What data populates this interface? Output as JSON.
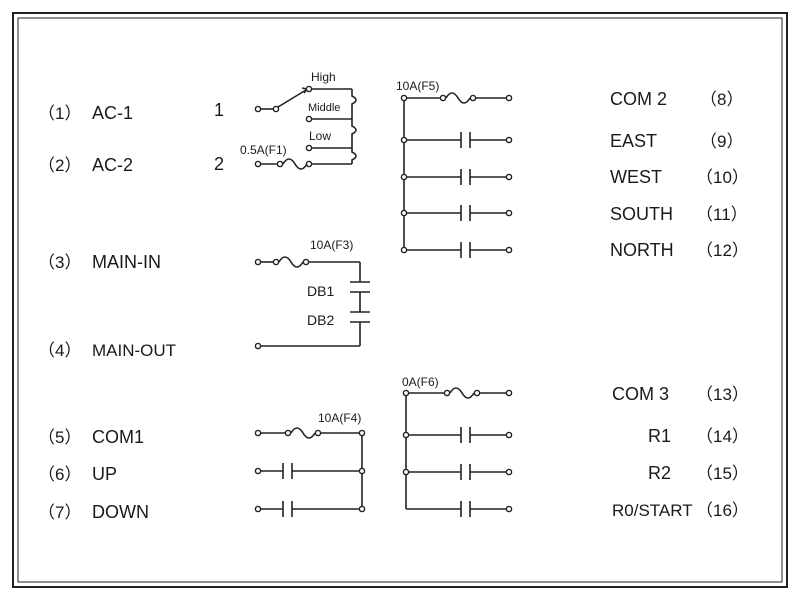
{
  "left_terminals": [
    {
      "num": "（1）",
      "name": "AC-1"
    },
    {
      "num": "（2）",
      "name": "AC-2"
    },
    {
      "num": "（3）",
      "name": "MAIN-IN"
    },
    {
      "num": "（4）",
      "name": "MAIN-OUT"
    },
    {
      "num": "（5）",
      "name": "COM1"
    },
    {
      "num": "（6）",
      "name": "UP"
    },
    {
      "num": "（7）",
      "name": "DOWN"
    }
  ],
  "right_terminals": [
    {
      "name": "COM 2",
      "num": "（8）"
    },
    {
      "name": "EAST",
      "num": "（9）"
    },
    {
      "name": "WEST",
      "num": "（10）"
    },
    {
      "name": "SOUTH",
      "num": "（11）"
    },
    {
      "name": "NORTH",
      "num": "（12）"
    },
    {
      "name": "COM 3",
      "num": "（13）"
    },
    {
      "name": "R1",
      "num": "（14）"
    },
    {
      "name": "R2",
      "num": "（15）"
    },
    {
      "name": "R0/START",
      "num": "（16）"
    }
  ],
  "selector": {
    "input1": "1",
    "input2": "2",
    "high": "High",
    "middle": "Middle",
    "low": "Low"
  },
  "fuses": {
    "f1": "0.5A(F1)",
    "f3": "10A(F3)",
    "f4": "10A(F4)",
    "f5": "10A(F5)",
    "f6": "0A(F6)"
  },
  "breakers": {
    "db1": "DB1",
    "db2": "DB2"
  }
}
